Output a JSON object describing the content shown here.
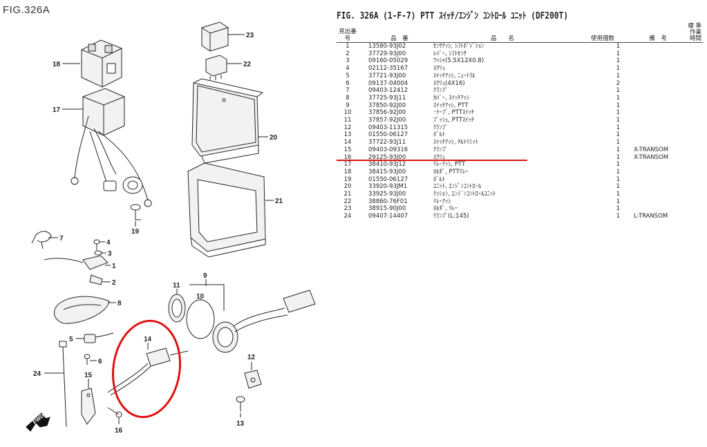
{
  "figure_label": "FIG.326A",
  "table": {
    "title": "FIG. 326A (1-F-7) PTT ｽｲｯﾁ/ｴﾝｼﾞﾝ ｺﾝﾄﾛｰﾙ ﾕﾆｯﾄ (DF200T)",
    "headers": {
      "no": "見出番号",
      "part_no": "品　番",
      "name": "品　　名",
      "qty": "使用個数",
      "remarks": "備　考",
      "std_time": "標 準\n作業時間"
    },
    "rows": [
      {
        "no": "1",
        "part": "13580-93J02",
        "name": "ｾﾝｻｱｯｼ, ｼﾌﾄﾎﾟｼﾞｼｮﾝ",
        "qty": "1",
        "remarks": ""
      },
      {
        "no": "2",
        "part": "37729-93J00",
        "name": "ﾚﾊﾞｰ, ｼﾌﾄｾﾝｻ",
        "qty": "1",
        "remarks": ""
      },
      {
        "no": "3",
        "part": "09160-05029",
        "name": "ﾜｯｼｬ(5.5X12X0.8)",
        "qty": "1",
        "remarks": ""
      },
      {
        "no": "4",
        "part": "02112-35167",
        "name": "ｽｸﾘｭ",
        "qty": "1",
        "remarks": ""
      },
      {
        "no": "5",
        "part": "37721-93J00",
        "name": "ｽｲｯﾁｱｯｼ, ﾆｭｰﾄﾗﾙ",
        "qty": "1",
        "remarks": ""
      },
      {
        "no": "6",
        "part": "09137-04004",
        "name": "ｽｸﾘｭ(4X16)",
        "qty": "2",
        "remarks": ""
      },
      {
        "no": "7",
        "part": "09403-12412",
        "name": "ｸﾗﾝﾌﾟ",
        "qty": "1",
        "remarks": ""
      },
      {
        "no": "8",
        "part": "37725-93J11",
        "name": "ｶﾊﾞｰ, ｽｲｯﾁｱｯｼ",
        "qty": "1",
        "remarks": ""
      },
      {
        "no": "9",
        "part": "37850-92J00",
        "name": "ｽｲｯﾁｱｯｼ, PTT",
        "qty": "1",
        "remarks": ""
      },
      {
        "no": "10",
        "part": "37856-92J00",
        "name": "･ﾃｰﾌﾟ, PTTｽｲｯﾁ",
        "qty": "1",
        "remarks": ""
      },
      {
        "no": "11",
        "part": "37857-92J00",
        "name": "ﾌﾞｯｼｭ, PTTｽｲｯﾁ",
        "qty": "1",
        "remarks": ""
      },
      {
        "no": "12",
        "part": "09403-11315",
        "name": "ｸﾗﾝﾌﾟ",
        "qty": "1",
        "remarks": ""
      },
      {
        "no": "13",
        "part": "01550-06127",
        "name": "ﾎﾞﾙﾄ",
        "qty": "1",
        "remarks": ""
      },
      {
        "no": "14",
        "part": "37722-93J11",
        "name": "ｽｲｯﾁｱｯｼ, ﾁﾙﾄﾘﾐｯﾄ",
        "qty": "1",
        "remarks": ""
      },
      {
        "no": "15",
        "part": "09403-09316",
        "name": "ｸﾗﾝﾌﾟ",
        "qty": "1",
        "remarks": "X-TRANSOM"
      },
      {
        "no": "16",
        "part": "29125-93J00",
        "name": "ｽｸﾘｭ",
        "qty": "1",
        "remarks": "X-TRANSOM"
      },
      {
        "no": "17",
        "part": "38410-93J12",
        "name": "ﾘﾚｰｱｯｼ, PTT",
        "qty": "1",
        "remarks": ""
      },
      {
        "no": "18",
        "part": "38415-93J00",
        "name": "ﾎﾙﾀﾞ, PTTﾘﾚｰ",
        "qty": "1",
        "remarks": ""
      },
      {
        "no": "19",
        "part": "01550-06127",
        "name": "ﾎﾞﾙﾄ",
        "qty": "1",
        "remarks": ""
      },
      {
        "no": "20",
        "part": "33920-93JM1",
        "name": "ﾕﾆｯﾄ, ｴﾝｼﾞﾝｺﾝﾄﾛｰﾙ",
        "qty": "1",
        "remarks": ""
      },
      {
        "no": "21",
        "part": "33925-93J00",
        "name": "ｸｯｼｮﾝ, ｴﾝｼﾞﾝｺﾝﾄﾛｰﾙﾕﾆｯﾄ",
        "qty": "1",
        "remarks": ""
      },
      {
        "no": "22",
        "part": "38860-76F01",
        "name": "ﾘﾚｰｱｯｼ",
        "qty": "1",
        "remarks": ""
      },
      {
        "no": "23",
        "part": "38915-90J00",
        "name": "ﾎﾙﾀﾞ, ﾘﾚｰ",
        "qty": "1",
        "remarks": ""
      },
      {
        "no": "24",
        "part": "09407-14407",
        "name": "ｸﾗﾝﾌﾟ(L:145)",
        "qty": "1",
        "remarks": "L-TRANSOM"
      }
    ]
  },
  "callouts": [
    "1",
    "2",
    "3",
    "4",
    "5",
    "6",
    "7",
    "8",
    "9",
    "10",
    "11",
    "12",
    "13",
    "14",
    "15",
    "16",
    "17",
    "18",
    "19",
    "20",
    "21",
    "22",
    "23",
    "24"
  ],
  "direction_badge": "FWD",
  "highlight_color": "#e01010"
}
